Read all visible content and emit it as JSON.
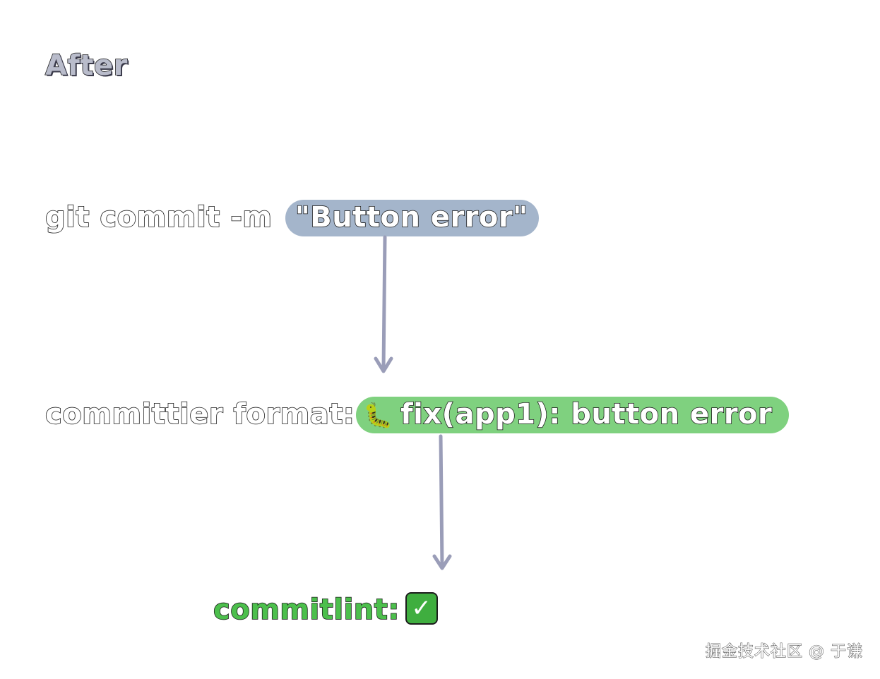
{
  "title": "After",
  "steps": {
    "git": {
      "prefix": "git commit -m",
      "message": "\"Button error\""
    },
    "committier": {
      "prefix": "committier format:",
      "emoji": "🐛",
      "message": "fix(app1): button error"
    },
    "commitlint": {
      "label": "commitlint:",
      "result_icon": "check-mark-icon",
      "result_glyph": "✓"
    }
  },
  "colors": {
    "blue_highlight": "#a4b5cb",
    "green_highlight": "#7fd17f",
    "arrow": "#9a9db8",
    "success": "#4cbf4c"
  },
  "watermark": "掘金技术社区 @ 于谦"
}
